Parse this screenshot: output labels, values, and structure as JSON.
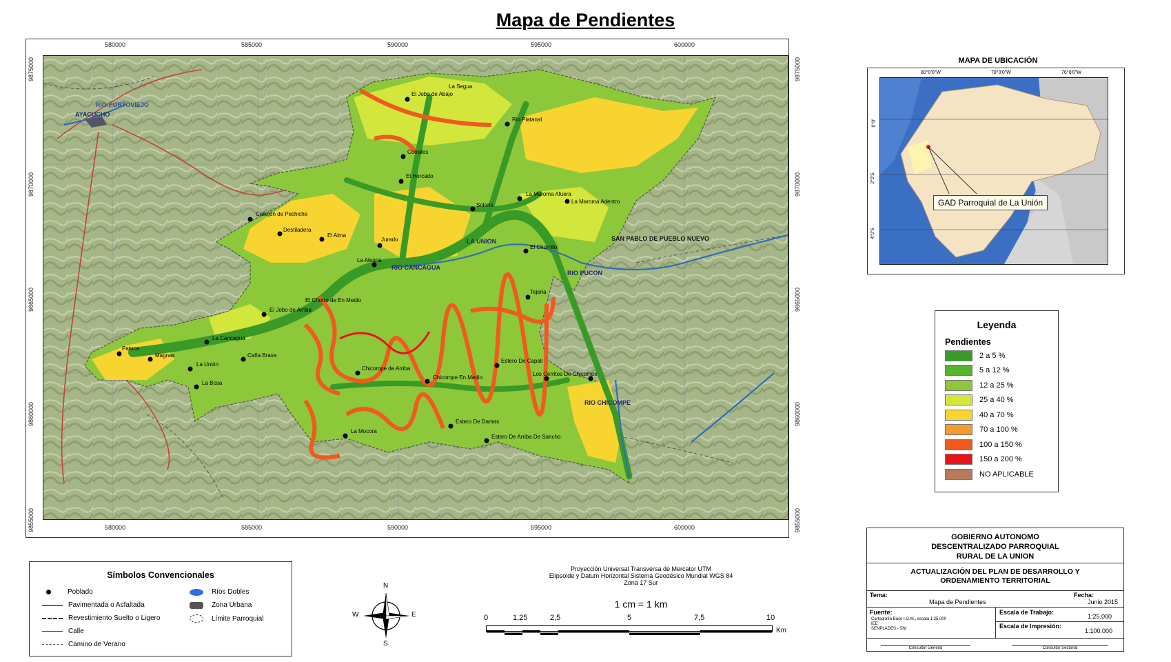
{
  "title": "Mapa de Pendientes",
  "map": {
    "x_ticks": [
      "580000",
      "585000",
      "590000",
      "595000",
      "600000"
    ],
    "y_ticks": [
      "9875000",
      "9870000",
      "9865000",
      "9860000",
      "9855000"
    ],
    "rivers": {
      "portoviejo": "RIO PORTOVIEJO",
      "cancagua": "RIO CANCAGUA",
      "pucon": "RIO PUCON",
      "chicompe": "RIO CHICOMPE"
    },
    "towns": {
      "ayacucho": "AYACUCHO",
      "la_union": "LA UNION",
      "san_pablo": "SAN PABLO DE PUEBLO NUEVO"
    },
    "places": [
      {
        "label": "La Segua"
      },
      {
        "label": "El Jobo de Abajo"
      },
      {
        "label": "Rio Platanal"
      },
      {
        "label": "Corrales"
      },
      {
        "label": "El Horcado"
      },
      {
        "label": "La Maroma Afuera"
      },
      {
        "label": "La Maroma Adentro"
      },
      {
        "label": "Solaris"
      },
      {
        "label": "Callejón de Pechiche"
      },
      {
        "label": "Destiladera"
      },
      {
        "label": "El Alma"
      },
      {
        "label": "Jurado"
      },
      {
        "label": "La Alegria"
      },
      {
        "label": "El Chorrillo"
      },
      {
        "label": "Tejeria"
      },
      {
        "label": "El Chorro de En Medio"
      },
      {
        "label": "El Jobo de Arriba"
      },
      {
        "label": "La Cancagua"
      },
      {
        "label": "Magnas"
      },
      {
        "label": "Patuca"
      },
      {
        "label": "La Unión"
      },
      {
        "label": "Caña Brava"
      },
      {
        "label": "La Bosa"
      },
      {
        "label": "Chicompe de Arriba"
      },
      {
        "label": "Chicompe En Medio"
      },
      {
        "label": "Estero De Capali"
      },
      {
        "label": "Los Cerritos De Chicompe"
      },
      {
        "label": "Estero De Damas"
      },
      {
        "label": "Estero De Arriba De Sancho"
      },
      {
        "label": "La Mocora"
      }
    ]
  },
  "locator": {
    "title": "MAPA DE UBICACIÓN",
    "callout": "GAD Parroquial de La Unión",
    "top_ticks": [
      "80°0'0\"W",
      "78°0'0\"W",
      "76°0'0\"W"
    ],
    "side_ticks": [
      "0°0'",
      "2°0'S",
      "4°0'S"
    ],
    "colors": {
      "ocean": "#3b6fc4",
      "land": "#f4e4c4",
      "neighbor": "#c9c9c9"
    }
  },
  "legend": {
    "title": "Leyenda",
    "subtitle": "Pendientes",
    "items": [
      {
        "label": "2 a 5 %",
        "color": "#3a9a28"
      },
      {
        "label": "5 a 12 %",
        "color": "#56b52c"
      },
      {
        "label": "12 a 25 %",
        "color": "#8cc83a"
      },
      {
        "label": "25 a 40 %",
        "color": "#d3e63c"
      },
      {
        "label": "40 a 70 %",
        "color": "#f7d430"
      },
      {
        "label": "70 a 100 %",
        "color": "#f79a30"
      },
      {
        "label": "100 a 150 %",
        "color": "#f05a1e"
      },
      {
        "label": "150 a 200 %",
        "color": "#e8141a"
      },
      {
        "label": "NO APLICABLE",
        "color": "#b87a5a"
      }
    ]
  },
  "title_block": {
    "org": [
      "GOBIERNO AUTONOMO",
      "DESCENTRALIZADO PARROQUIAL",
      "RURAL DE LA UNION"
    ],
    "project": [
      "ACTUALIZACIÓN DEL PLAN DE DESARROLLO Y",
      "ORDENAMIENTO TERRITORIAL"
    ],
    "tema_label": "Tema:",
    "tema_value": "Mapa de Pendientes",
    "fecha_label": "Fecha:",
    "fecha_value": "Junio 2015",
    "fuente_label": "Fuente:",
    "fuente_lines": [
      "Cartografía Base I.G.M., escala 1:25.000",
      "IEE",
      "SENPLADES - SNI"
    ],
    "escala_trabajo_label": "Escala de Trabajo:",
    "escala_trabajo_value": "1:25.000",
    "escala_impresion_label": "Escala de Impresión:",
    "escala_impresion_value": "1:100.000",
    "sign1": "Consultor General",
    "sign2": "Consultor Sectorial"
  },
  "symbols": {
    "title": "Símbolos Convencionales",
    "items": {
      "poblado": "Poblado",
      "pavimentada": "Pavimentada o Asfaltada",
      "revestimiento": "Revestimiento Suelto o Ligero",
      "calle": "Calle",
      "camino": "Camino de Verano",
      "rios": "Ríos Dobles",
      "zona": "Zona Urbana",
      "limite": "Límite Parroquial"
    }
  },
  "projection": [
    "Proyección Universal Transversa de Mercator UTM",
    "Elipsoide y Datum Horizontal Sistema Geodésico Mundial WGS 84",
    "Zona 17 Sur"
  ],
  "scale": {
    "label": "1 cm = 1 km",
    "ticks": [
      "0",
      "1,25",
      "2,5",
      "5",
      "7,5",
      "10"
    ],
    "unit": "Km"
  },
  "north_arrow": {
    "n": "N",
    "s": "S",
    "e": "E",
    "w": "W"
  }
}
